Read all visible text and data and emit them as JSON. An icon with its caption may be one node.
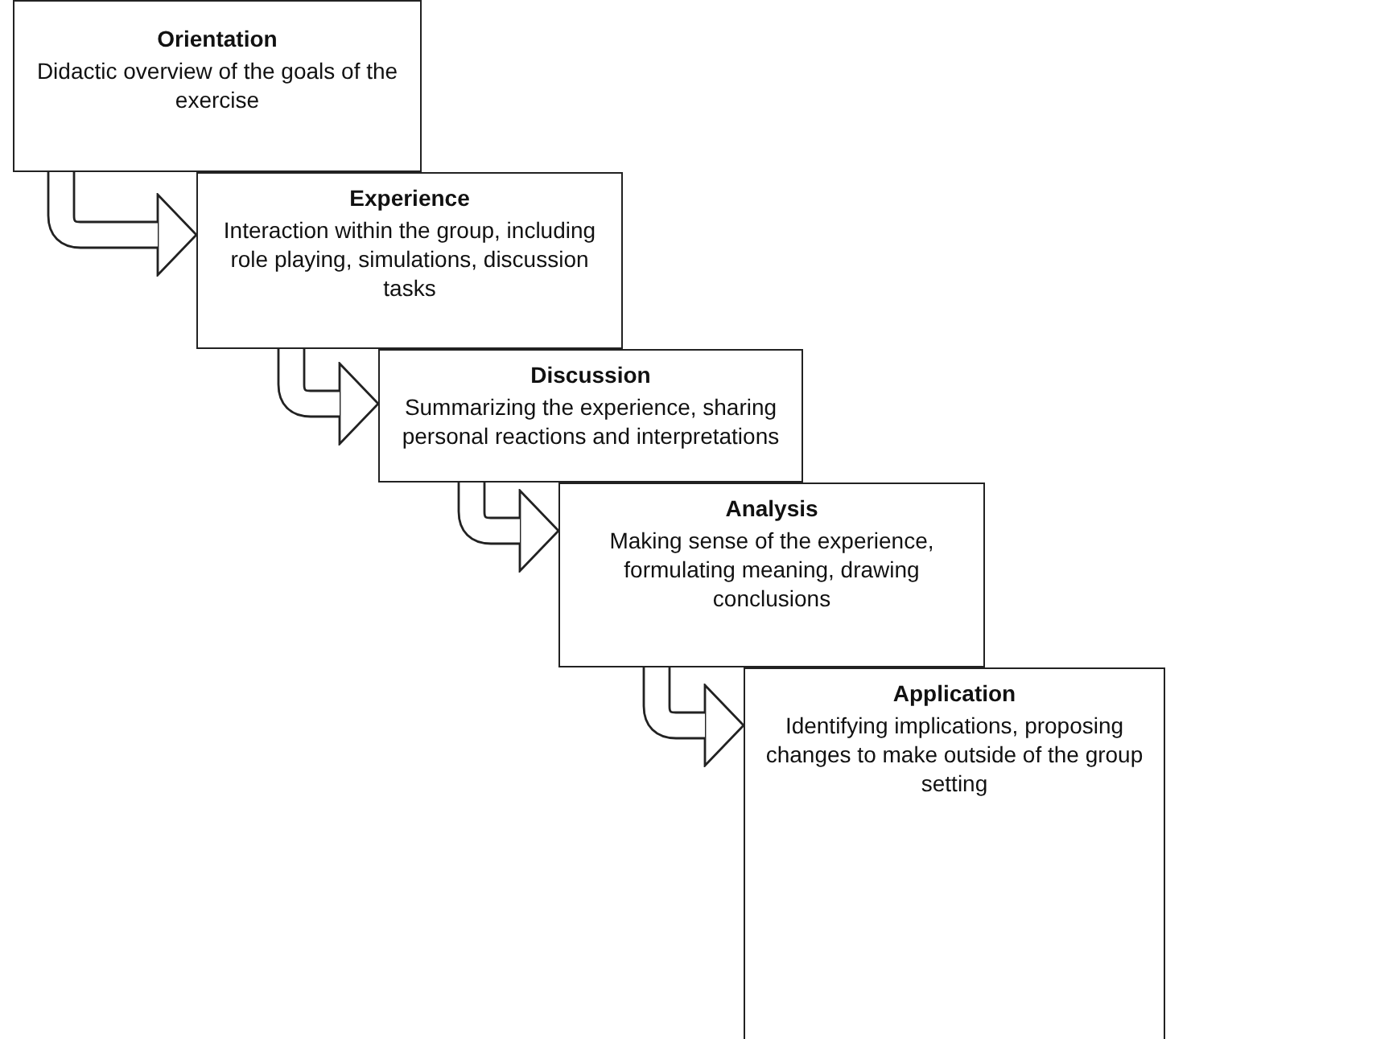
{
  "diagram": {
    "nodes": [
      {
        "text": [
          "Orientation",
          "Didactic overview of the goals of the exercise"
        ]
      },
      {
        "text": [
          "Experience",
          "Interaction within the group, including role playing, simulations, discussion tasks"
        ]
      },
      {
        "text": [
          "Discussion",
          "Summarizing the experience, sharing personal reactions and interpretations"
        ]
      },
      {
        "text": [
          "Analysis",
          "Making sense of the experience, formulating meaning, drawing conclusions"
        ]
      },
      {
        "text": [
          "Application",
          "Identifying implications, proposing changes to make outside of the group setting"
        ]
      }
    ],
    "edges": [
      {
        "from": 0,
        "to": 1,
        "arrow": "to"
      },
      {
        "from": 1,
        "to": 2,
        "arrow": "to"
      },
      {
        "from": 2,
        "to": 3,
        "arrow": "to"
      },
      {
        "from": 3,
        "to": 4,
        "arrow": "to"
      }
    ]
  }
}
